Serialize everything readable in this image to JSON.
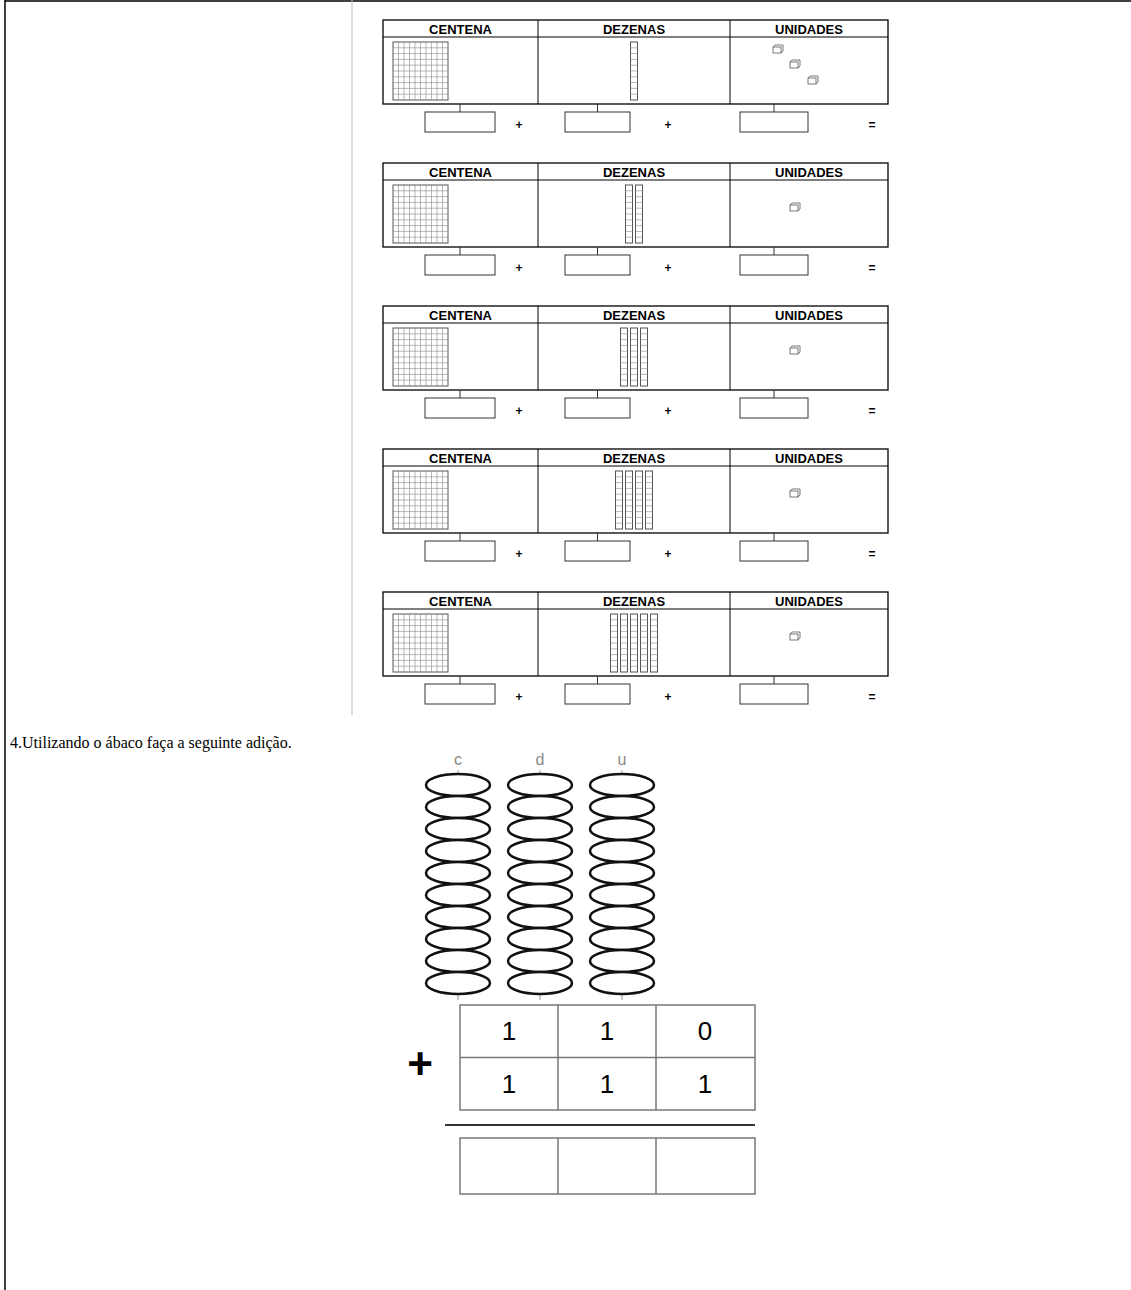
{
  "diagram": {
    "labels": [
      "CENTENA",
      "DEZENAS",
      "UNIDADES",
      "+",
      "+",
      "=",
      "CENTENA",
      "DEZENAS",
      "UNIDADES",
      "+",
      "+",
      "=",
      "CENTENA",
      "DEZENAS",
      "UNIDADES",
      "+",
      "+",
      "=",
      "CENTENA",
      "DEZENAS",
      "UNIDADES",
      "+",
      "+",
      "=",
      "CENTENA",
      "DEZENAS",
      "UNIDADES",
      "+",
      "+",
      "=",
      "4.Utilizando o ábaco faça a seguinte adição.",
      "c",
      "d",
      "u",
      "1",
      "1",
      "0",
      "1",
      "1",
      "1",
      "+"
    ]
  }
}
